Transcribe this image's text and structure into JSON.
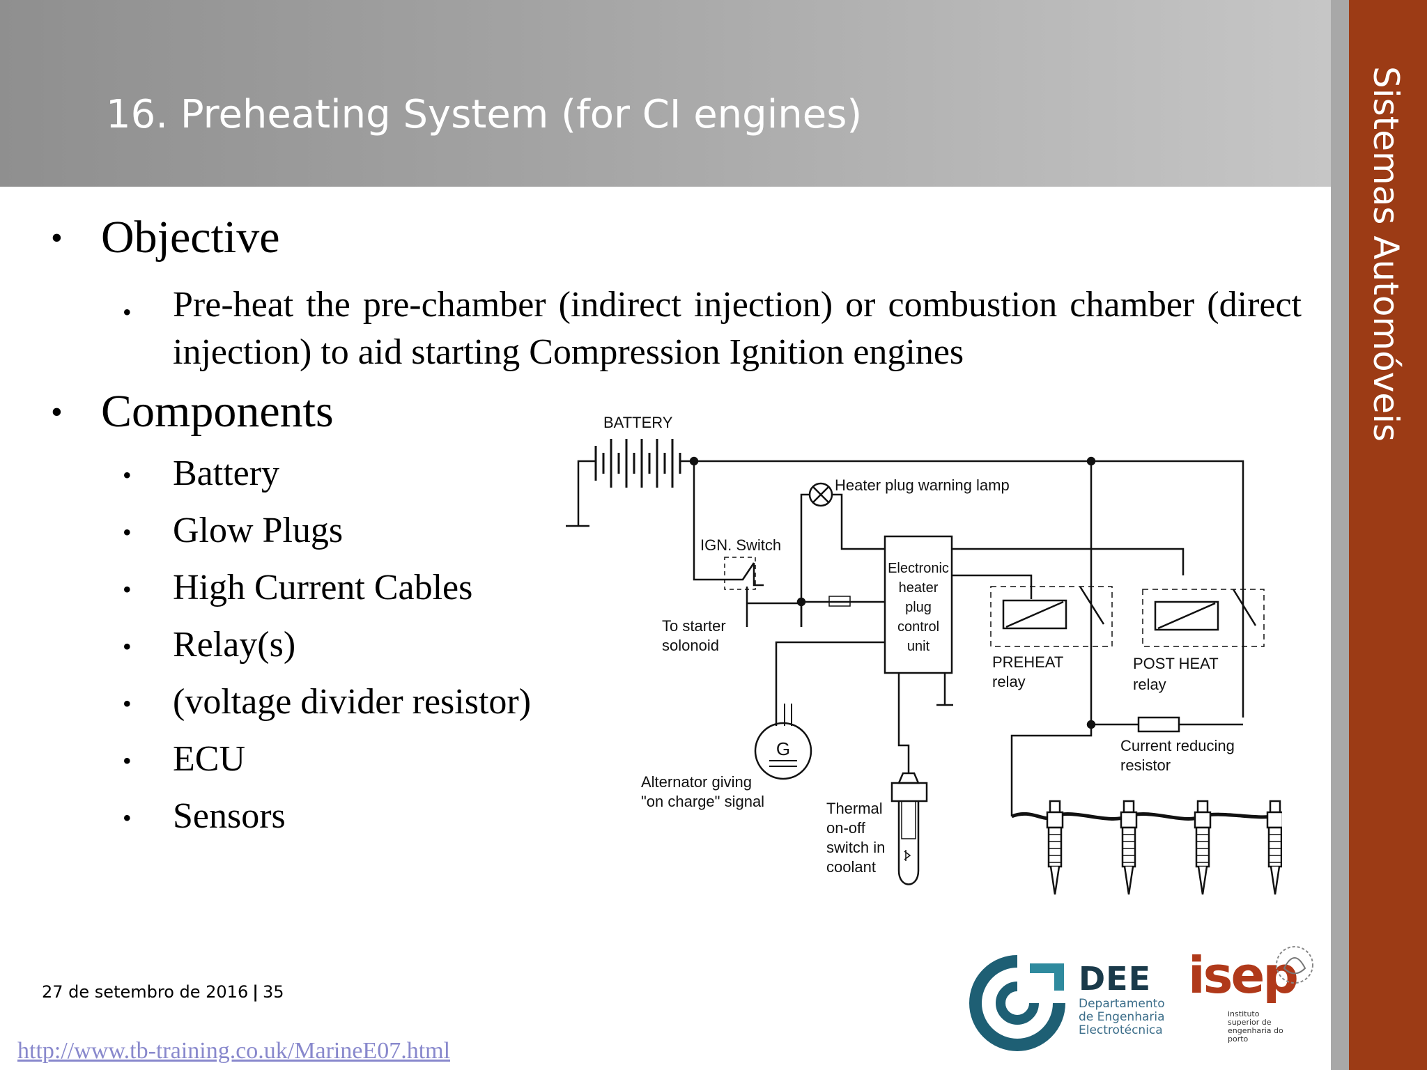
{
  "header": {
    "title": "16. Preheating System (for CI engines)"
  },
  "side_band": {
    "text": "Sistemas Automóveis"
  },
  "content": {
    "bullet_glyph": "•",
    "objective": {
      "heading": "Objective",
      "text": "Pre-heat the pre-chamber (indirect injection) or combustion chamber (direct injection) to aid starting Compression Ignition engines"
    },
    "components": {
      "heading": "Components",
      "items": [
        "Battery",
        "Glow Plugs",
        "High Current Cables",
        "Relay(s)",
        "(voltage divider resistor)",
        "ECU",
        "Sensors"
      ]
    }
  },
  "diagram": {
    "battery": "BATTERY",
    "warning_lamp": "Heater plug warning lamp",
    "ign_switch": "IGN. Switch",
    "to_starter_1": "To starter",
    "to_starter_2": "solonoid",
    "ecu_lines": [
      "Electronic",
      "heater",
      "plug",
      "control",
      "unit"
    ],
    "preheat_1": "PREHEAT",
    "preheat_2": "relay",
    "postheat_1": "POST HEAT",
    "postheat_2": "relay",
    "resistor_1": "Current reducing",
    "resistor_2": "resistor",
    "alternator_1": "Alternator giving",
    "alternator_2": "\"on charge\" signal",
    "alternator_symbol": "G",
    "thermal_lines": [
      "Thermal",
      "on-off",
      "switch in",
      "coolant"
    ]
  },
  "footer": {
    "date": "27 de setembro de 2016",
    "separator": "|",
    "page": "35",
    "link": "http://www.tb-training.co.uk/MarineE07.html"
  },
  "logos": {
    "dee_title": "DEE",
    "dee_lines": [
      "Departamento",
      "de Engenharia",
      "Electrotécnica"
    ],
    "isep_word": "isep",
    "isep_lines": [
      "instituto",
      "superior de",
      "engenharia do",
      "porto"
    ]
  }
}
